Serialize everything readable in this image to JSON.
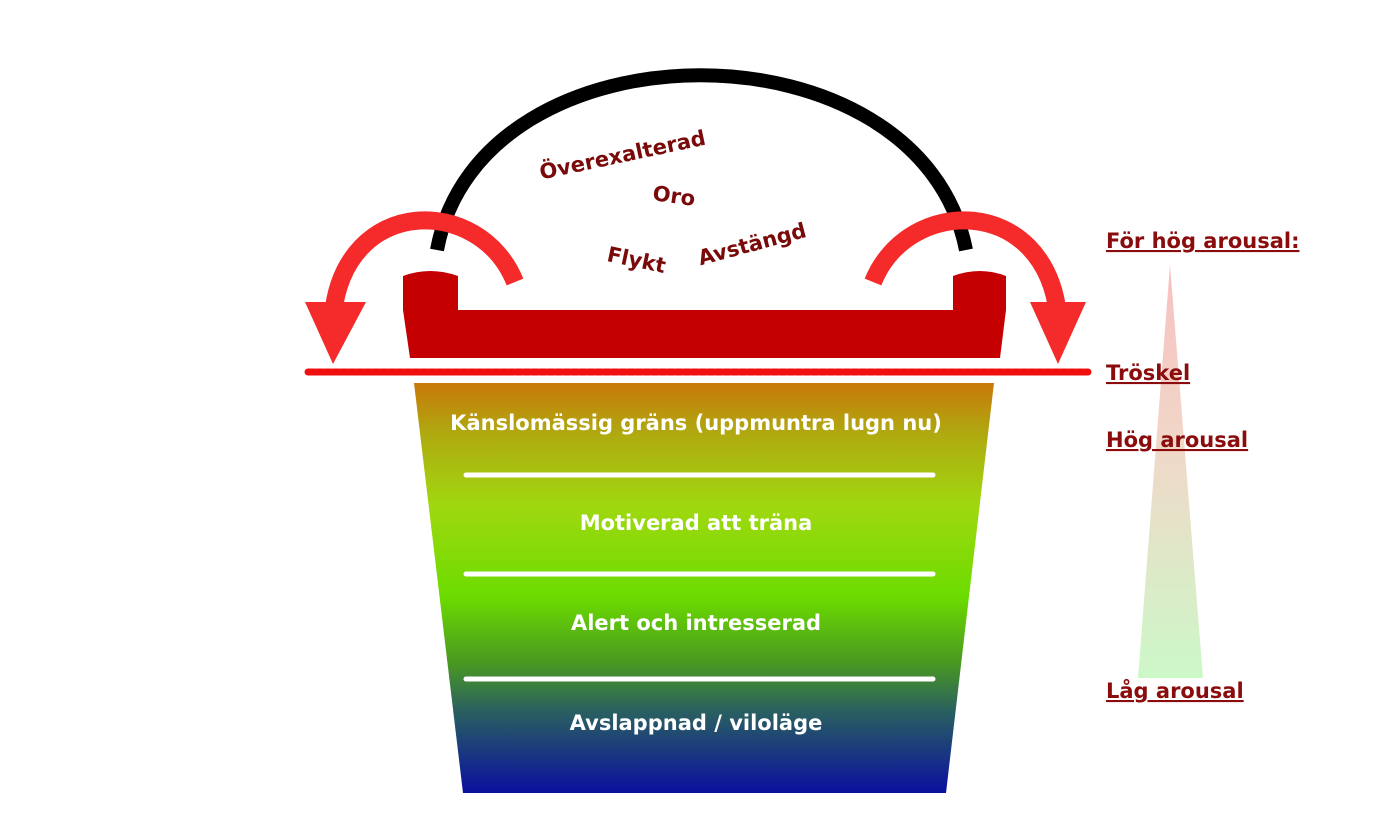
{
  "states_above": [
    "Överexalterad",
    "Oro",
    "Flykt",
    "Avstängd"
  ],
  "bucket_zones": [
    "Känslomässig gräns (uppmuntra lugn nu)",
    "Motiverad att träna",
    "Alert och intresserad",
    "Avslappnad / viloläge"
  ],
  "scale_labels": {
    "too_high": "För hög arousal:",
    "threshold": "Tröskel",
    "high": "Hög arousal",
    "low": "Låg arousal"
  },
  "colors": {
    "rim": "#c50000",
    "arrow": "#f52a2a",
    "text_dark_red": "#7a0a0a",
    "gradient_top": "#c87808",
    "gradient_bottom": "#0a10a0"
  }
}
